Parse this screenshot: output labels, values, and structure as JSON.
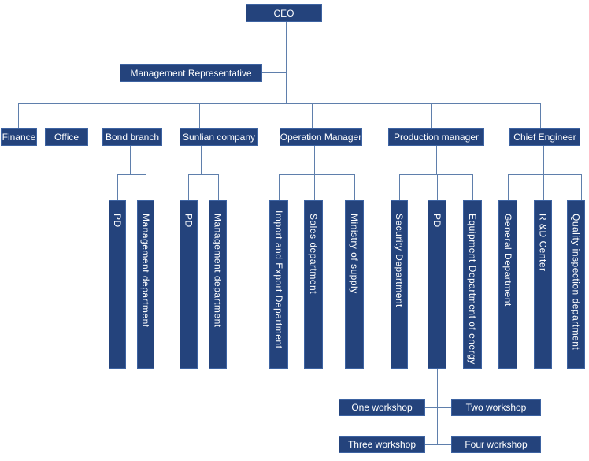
{
  "palette": {
    "node_fill": "#24437C",
    "node_border": "#3D63A2",
    "connector": "#5F7FAC",
    "text": "#FFFFFF",
    "background": "#FFFFFF"
  },
  "org": {
    "ceo": "CEO",
    "management_representative": "Management Representative",
    "level1": [
      "Finance",
      "Office",
      "Bond branch",
      "Sunlian company",
      "Operation Manager",
      "Production manager",
      "Chief Engineer"
    ],
    "bond_branch_children": [
      "PD",
      "Management department"
    ],
    "sunlian_children": [
      "PD",
      "Management department"
    ],
    "operation_children": [
      "Import and Export Department",
      "Sales department",
      "Ministry of supply"
    ],
    "production_children": [
      "Security Department",
      "PD",
      "Equipment Department of energy"
    ],
    "chief_children": [
      "General Department",
      "R &D Center",
      "Quality inspection department"
    ],
    "workshops": [
      "One workshop",
      "Two workshop",
      "Three workshop",
      "Four workshop"
    ]
  }
}
